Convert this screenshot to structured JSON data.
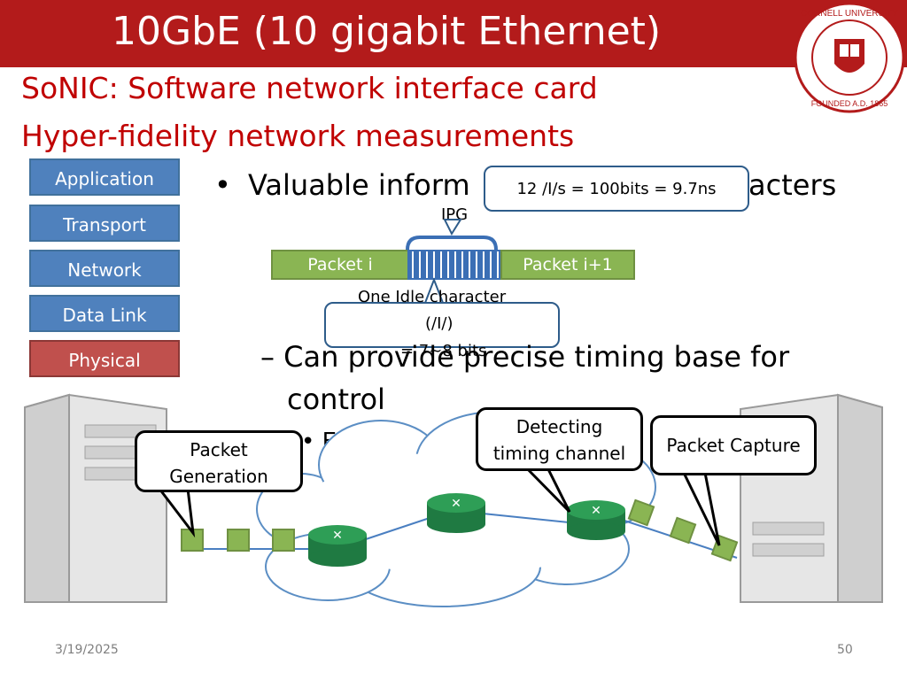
{
  "header": {
    "title": "10GbE (10 gigabit Ethernet)",
    "seal_text_top": "CORNELL UNIVERSITY",
    "seal_text_bottom": "FOUNDED A.D. 1865"
  },
  "subtitles": [
    "SoNIC: Software network interface card",
    "Hyper-fidelity network measurements"
  ],
  "layers": [
    "Application",
    "Transport",
    "Network",
    "Data Link",
    "Physical"
  ],
  "bullets": {
    "main": "Valuable inform",
    "main_tail": "acters",
    "sub1_line1": "– Can provide precise timing base for",
    "sub1_line2": "control",
    "sub2": "• Each l"
  },
  "ipg_diagram": {
    "callout": "12 /I/s = 100bits = 9.7ns",
    "ipg_label": "IPG",
    "packet_left": "Packet i",
    "packet_right": "Packet i+1",
    "idle_line1": "One Idle character",
    "idle_line2": "(/I/)",
    "idle_line3": "= 7~8 bits"
  },
  "network": {
    "packet_generation_line1": "Packet",
    "packet_generation_line2": "Generation",
    "detecting_line1": "Detecting",
    "detecting_line2": "timing channel",
    "packet_capture": "Packet Capture",
    "accent_green": "#8ab553",
    "router_green": "#2e9e56"
  },
  "footer": {
    "date": "3/19/2025",
    "page": "50"
  }
}
